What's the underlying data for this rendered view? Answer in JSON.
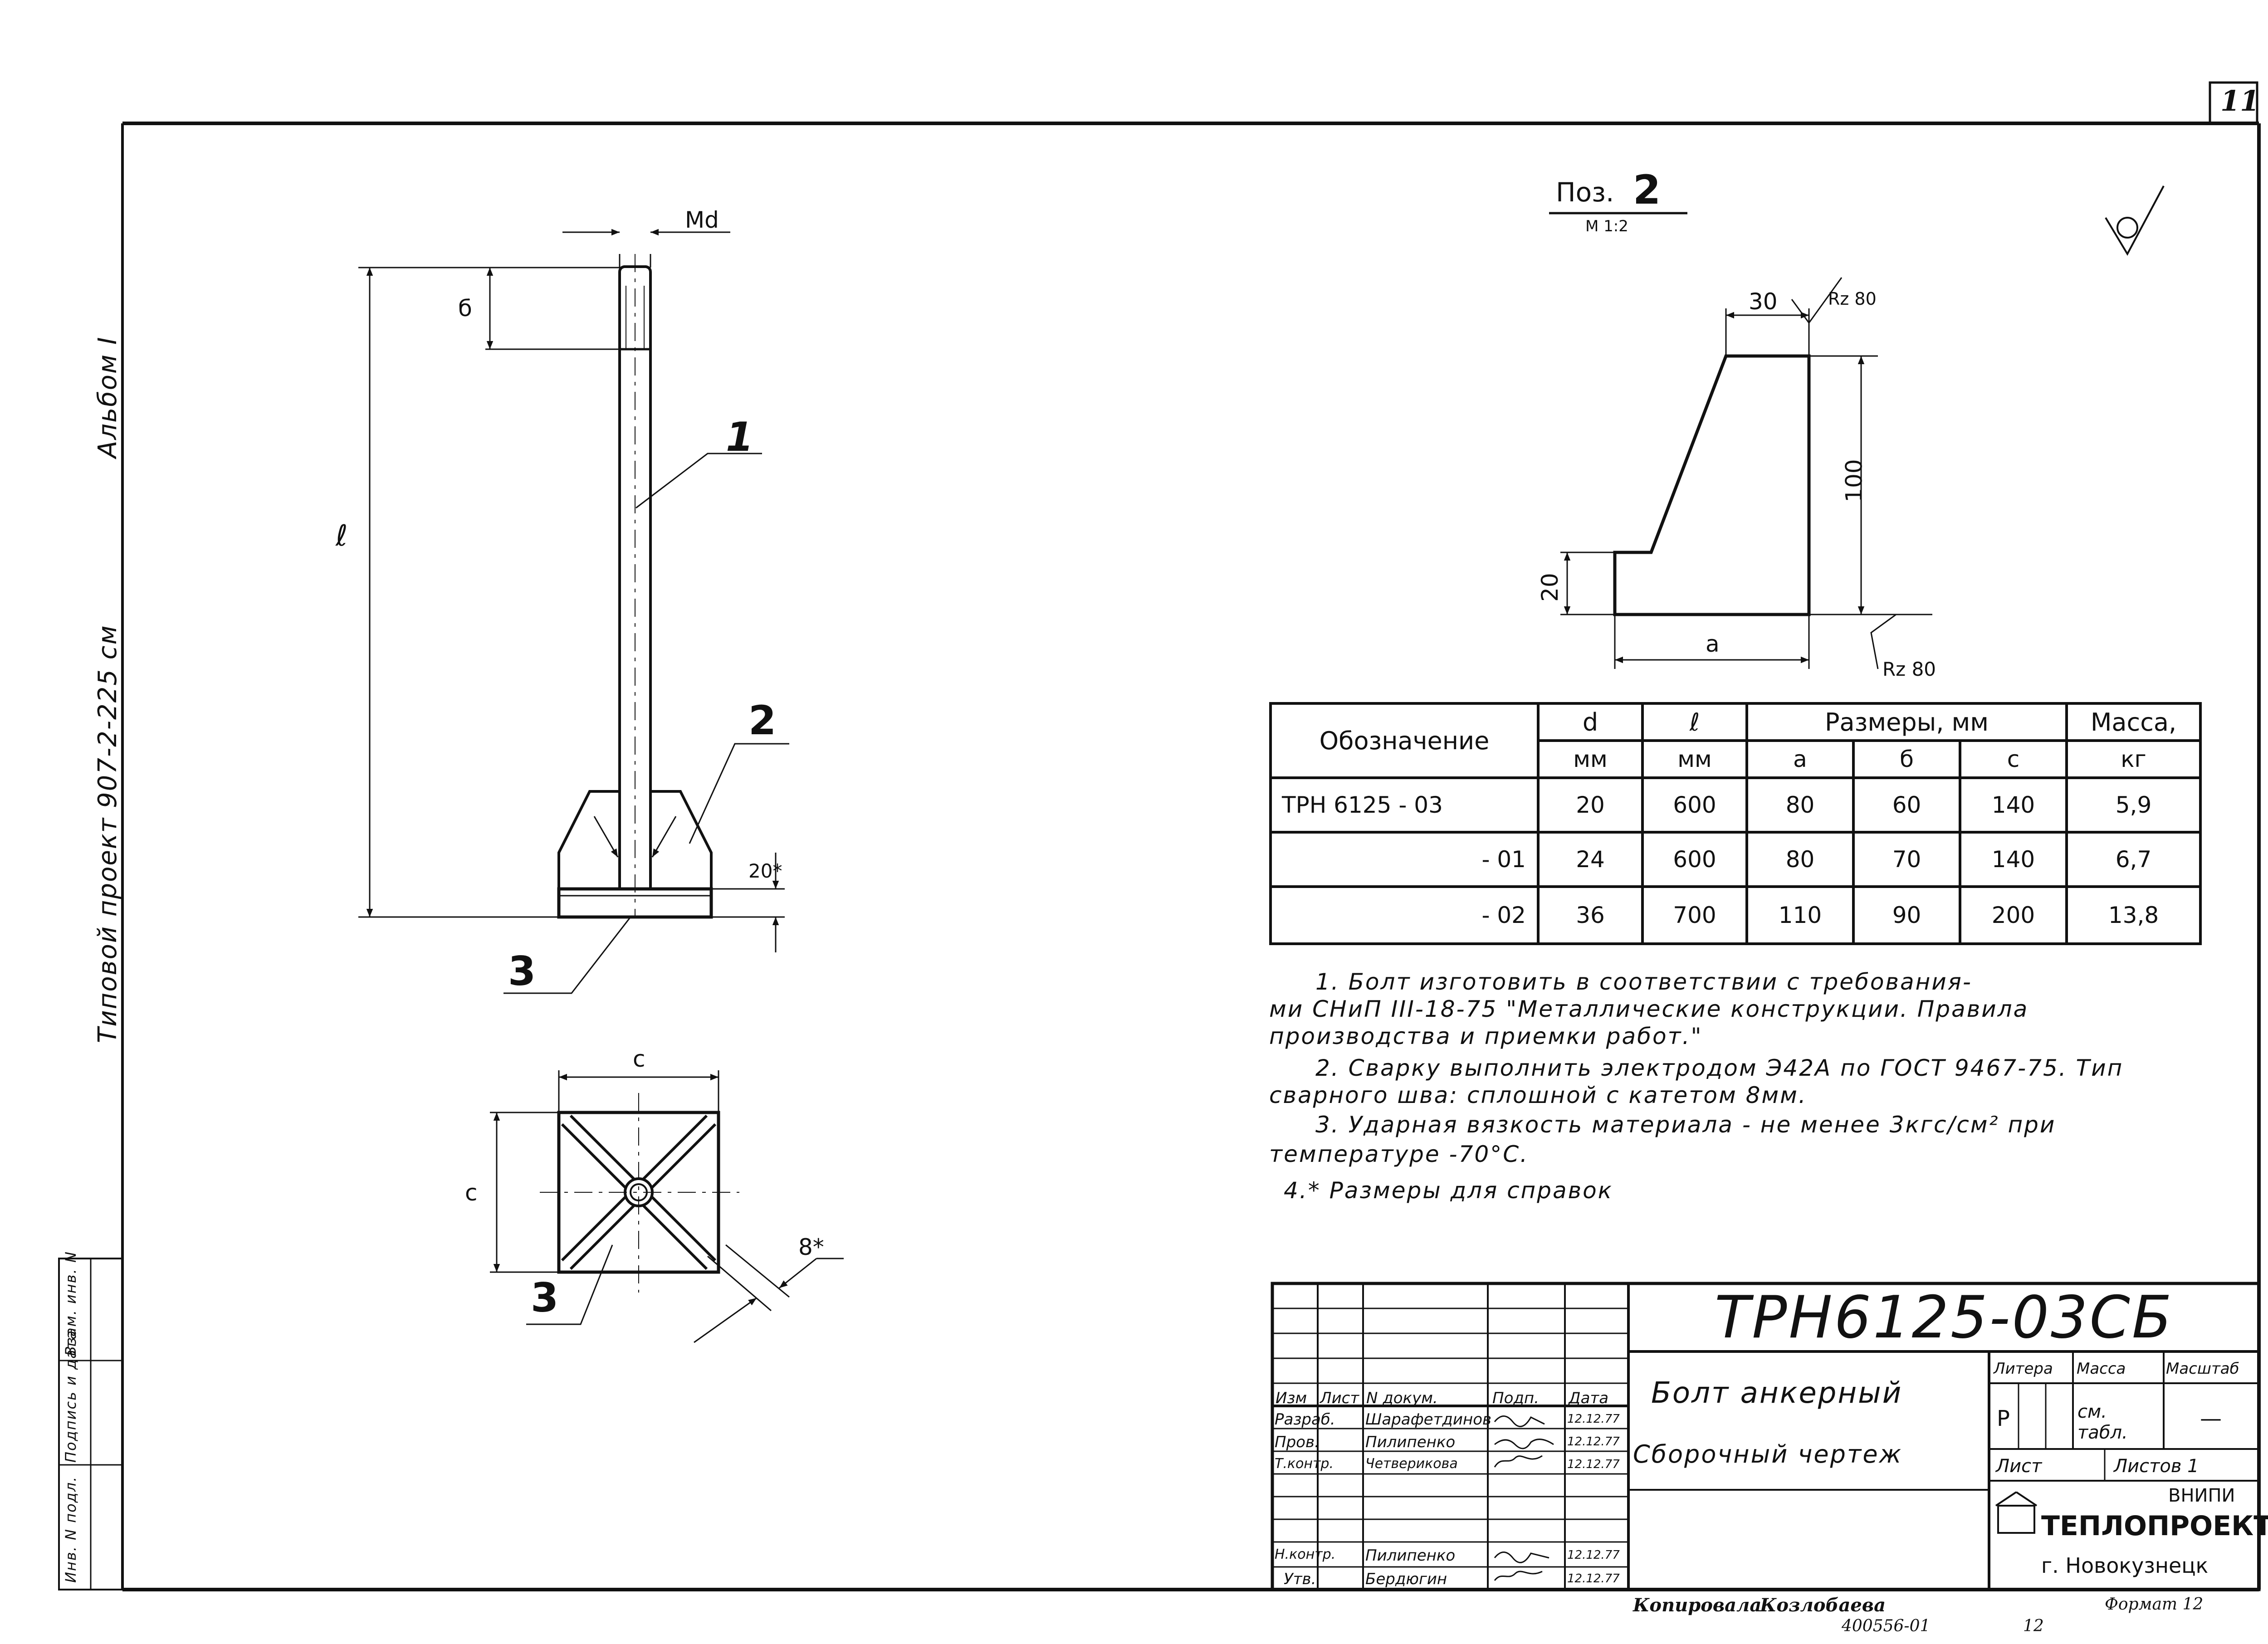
{
  "sheet": {
    "number": "11",
    "album": "Альбом I",
    "project": "Типовой проект 907-2-225 см"
  },
  "side_stamp": {
    "inv_no": "Инв. N подл.",
    "sign_date": "Подпись и дата",
    "replace_inv": "Взам. инв. N"
  },
  "view_labels": {
    "thread_d": "Md",
    "length_l": "ℓ",
    "thread_len": "б",
    "height20": "20*",
    "pos1": "1",
    "pos2": "2",
    "pos3": "3",
    "pos3_plan": "3",
    "plan_c_top": "c",
    "plan_c_left": "c",
    "weld8": "8*"
  },
  "pos2_detail": {
    "title_pos": "Поз.",
    "title_num": "2",
    "scale": "М 1:2",
    "dim30": "30",
    "rough_top": "Rz 80",
    "dim100": "100",
    "dim20": "20",
    "dim_a": "a",
    "rough_bottom": "Rz 80"
  },
  "spec_table": {
    "headers": {
      "designation": "Обозначение",
      "d": "d",
      "l": "ℓ",
      "d_unit": "мм",
      "l_unit": "мм",
      "sizes": "Размеры, мм",
      "a": "a",
      "b": "б",
      "c": "c",
      "mass": "Масса,",
      "mass_unit": "кг"
    },
    "rows": [
      {
        "designation": "ТРН 6125 - 03",
        "d": "20",
        "l": "600",
        "a": "80",
        "b": "60",
        "c": "140",
        "mass": "5,9"
      },
      {
        "designation": "- 01",
        "d": "24",
        "l": "600",
        "a": "80",
        "b": "70",
        "c": "140",
        "mass": "6,7"
      },
      {
        "designation": "- 02",
        "d": "36",
        "l": "700",
        "a": "110",
        "b": "90",
        "c": "200",
        "mass": "13,8"
      }
    ]
  },
  "notes": [
    "1. Болт изготовить в соответствии с требования-",
    "ми СНиП III-18-75 \"Металлические конструкции. Правила",
    "производства и приемки работ.\"",
    "2. Сварку выполнить электродом Э42А по ГОСТ 9467-75. Тип",
    "сварного шва: сплошной с катетом 8мм.",
    "3. Ударная вязкость материала - не менее 3кгс/см² при",
    "температуре -70°С.",
    "4.* Размеры для справок"
  ],
  "title_block": {
    "code": "ТРН6125-03СБ",
    "name": "Болт анкерный",
    "doc_type": "Сборочный чертеж",
    "col_headers": {
      "izm": "Изм",
      "list": "Лист",
      "doc_no": "N докум.",
      "sign": "Подп.",
      "date": "Дата"
    },
    "roles": [
      {
        "role": "Разраб.",
        "name": "Шарафетдинов",
        "sign": "",
        "date": "12.12.77"
      },
      {
        "role": "Пров.",
        "name": "Пилипенко",
        "sign": "",
        "date": "12.12.77"
      },
      {
        "role": "Т.контр.",
        "name": "Четверикова",
        "sign": "",
        "date": "12.12.77"
      },
      {
        "role": "Н.контр.",
        "name": "Пилипенко",
        "sign": "",
        "date": "12.12.77"
      },
      {
        "role": "Утв.",
        "name": "Бердюгин",
        "sign": "",
        "date": "12.12.77"
      }
    ],
    "litera_label": "Литера",
    "mass_label": "Масса",
    "scale_label": "Масштаб",
    "litera": "Р",
    "mass": "см. табл.",
    "scale": "—",
    "sheet_label": "Лист",
    "sheets_label": "Листов 1",
    "org1": "ВНИПИ",
    "org2": "ТЕПЛОПРОЕКТ",
    "org3": "г. Новокузнецк"
  },
  "footer": {
    "copied": "Копировала",
    "name": "Козлобаева",
    "format": "Формат 12",
    "archive": "400556-01",
    "page": "12"
  }
}
